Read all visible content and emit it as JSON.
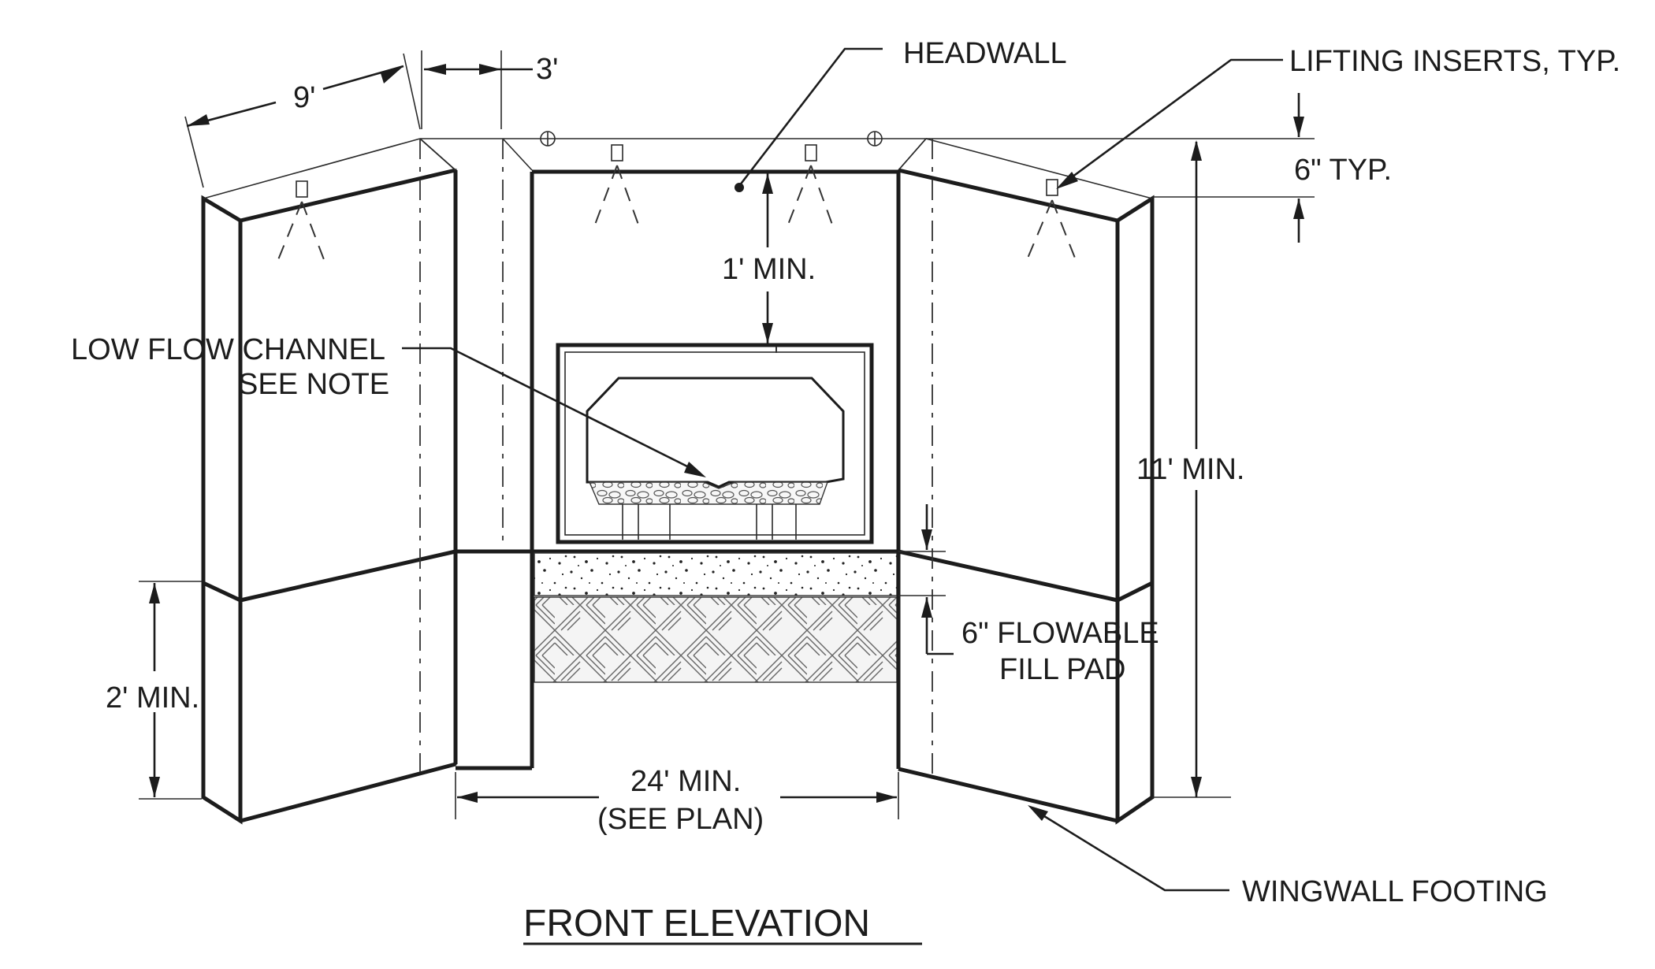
{
  "drawing": {
    "title": "FRONT ELEVATION",
    "labels": {
      "headwall": "HEADWALL",
      "lifting_inserts": "LIFTING INSERTS, TYP.",
      "dim_9ft": "9'",
      "dim_3ft": "3'",
      "dim_6in_typ": "6\" TYP.",
      "dim_1ft_min": "1' MIN.",
      "low_flow_line1": "LOW FLOW CHANNEL",
      "low_flow_line2": "SEE NOTE",
      "dim_11ft_min": "11' MIN.",
      "fill_pad_line1": "6\" FLOWABLE",
      "fill_pad_line2": "FILL PAD",
      "dim_2ft_min": "2' MIN.",
      "dim_24ft_line1": "24' MIN.",
      "dim_24ft_line2": "(SEE PLAN)",
      "wingwall_footing": "WINGWALL FOOTING"
    }
  }
}
